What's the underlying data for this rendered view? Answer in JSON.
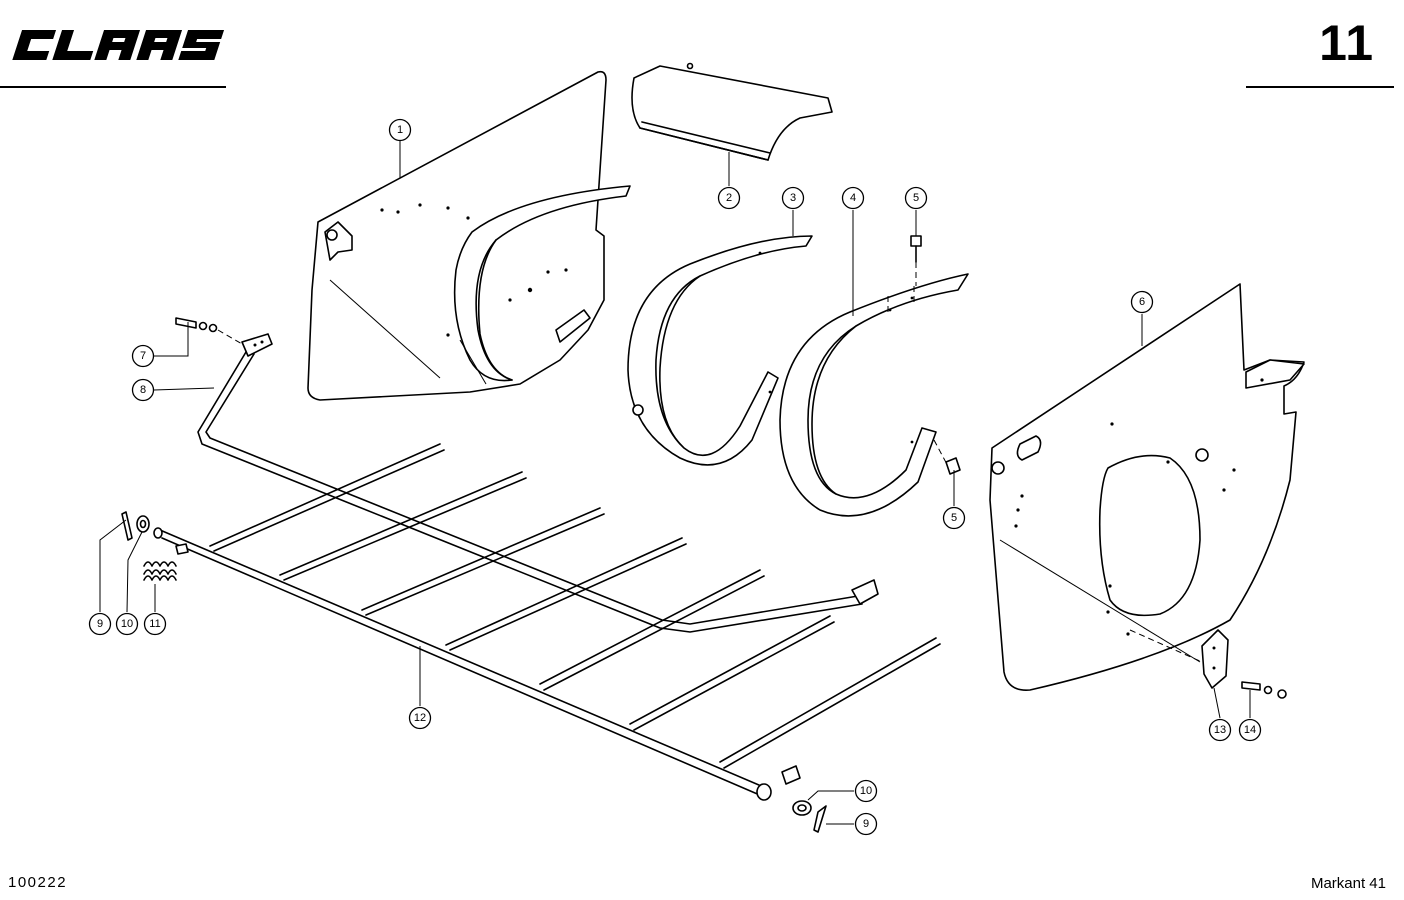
{
  "header": {
    "brand": "CLAAS",
    "page_number": "11"
  },
  "footer": {
    "doc_number": "100222",
    "model": "Markant 41"
  },
  "callouts": [
    "1",
    "2",
    "3",
    "4",
    "5",
    "5",
    "6",
    "7",
    "8",
    "9",
    "10",
    "11",
    "12",
    "13",
    "14",
    "10",
    "9"
  ],
  "colors": {
    "ink": "#000000",
    "paper": "#ffffff"
  }
}
